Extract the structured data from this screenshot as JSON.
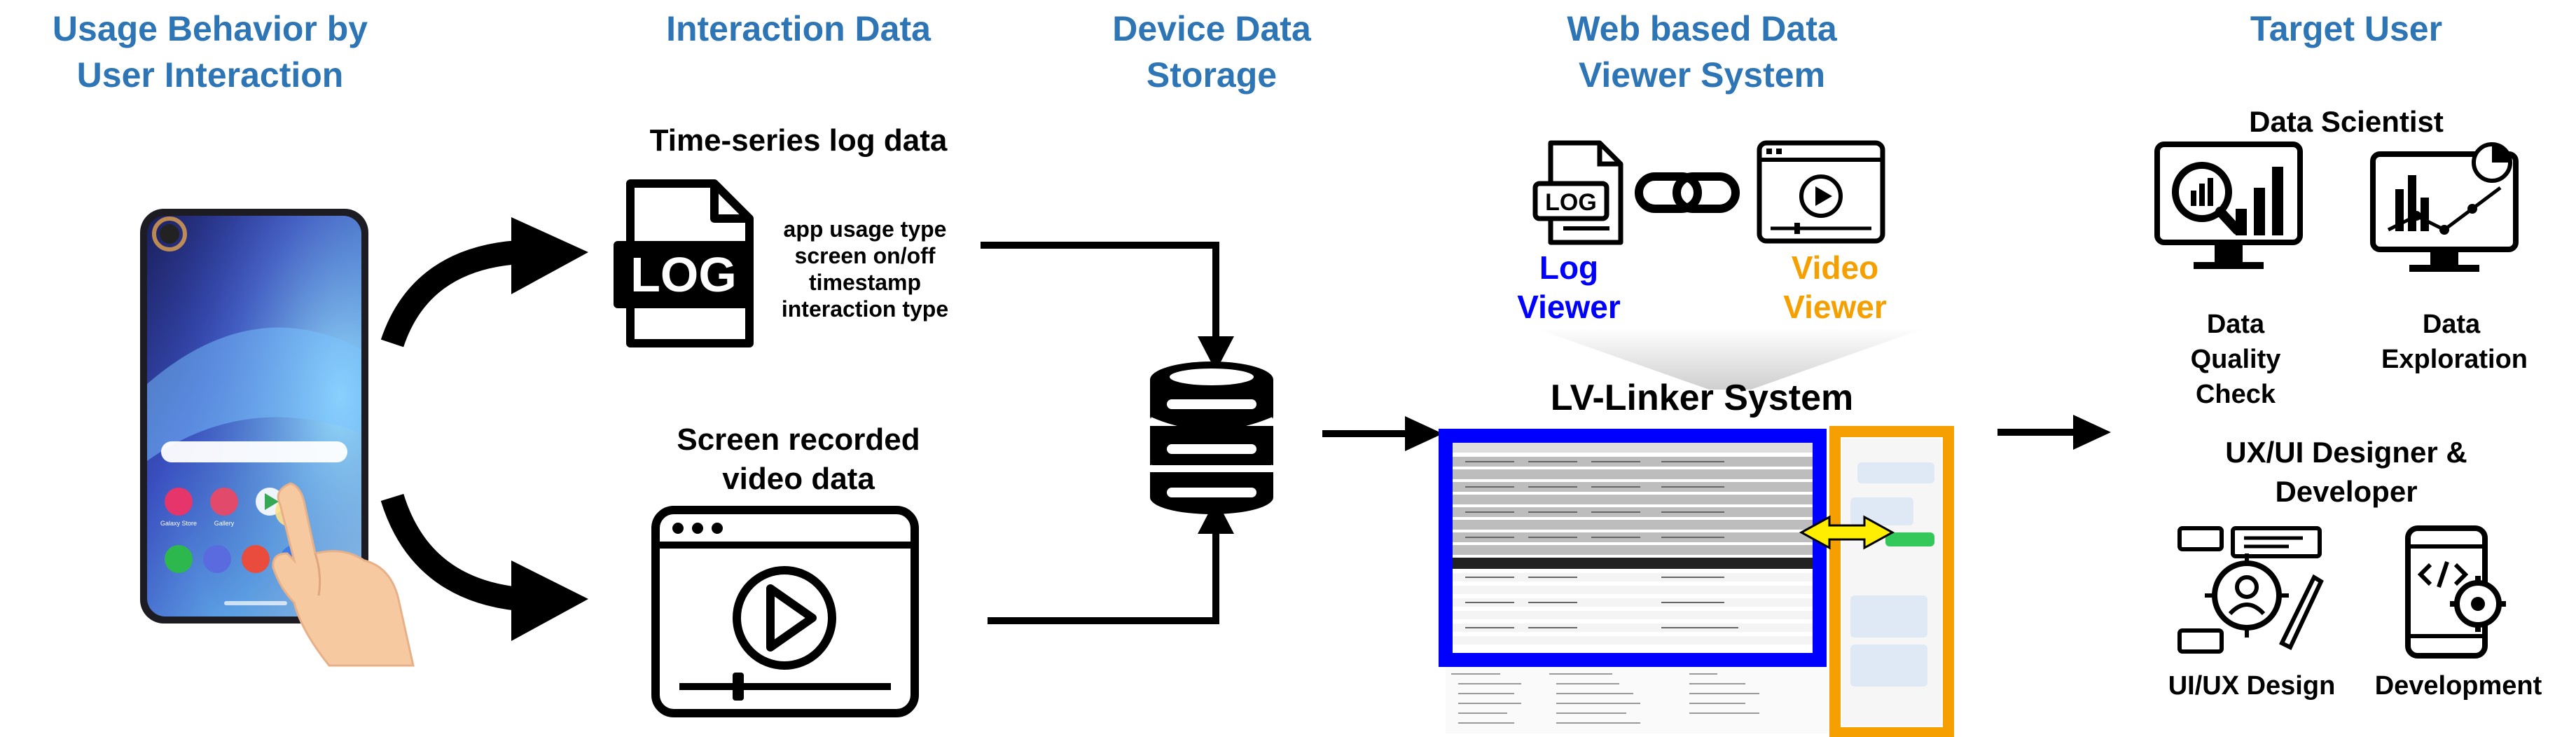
{
  "columns": {
    "usage": [
      "Usage Behavior by",
      "User Interaction"
    ],
    "interaction": "Interaction Data",
    "storage": [
      "Device Data",
      "Storage"
    ],
    "web": [
      "Web based Data",
      "Viewer System"
    ],
    "target": "Target User"
  },
  "interaction": {
    "timeseries_title": "Time-series log data",
    "log_icon_text": "LOG",
    "log_fields": [
      "app usage type",
      "screen on/off",
      "timestamp",
      "interaction type"
    ],
    "screen_title": [
      "Screen recorded",
      "video data"
    ]
  },
  "viewer": {
    "log_icon_text": "LOG",
    "log_label": [
      "Log",
      "Viewer"
    ],
    "video_label": [
      "Video",
      "Viewer"
    ],
    "system_title": "LV-Linker System"
  },
  "phone": {
    "apps": [
      "Galaxy Store",
      "Gallery"
    ]
  },
  "targets": {
    "data_scientist": "Data Scientist",
    "data_quality": [
      "Data Quality",
      "Check"
    ],
    "data_exploration": [
      "Data",
      "Exploration"
    ],
    "uxui": [
      "UX/UI Designer &",
      "Developer"
    ],
    "uiux_design": "UI/UX Design",
    "development": "Development"
  },
  "colors": {
    "header": "#2e75b6",
    "log_viewer": "#0000ff",
    "video_viewer": "#f5a000",
    "link_arrow": "#ffee00",
    "blue_frame": "#0000ff",
    "orange_frame": "#f5a000"
  }
}
